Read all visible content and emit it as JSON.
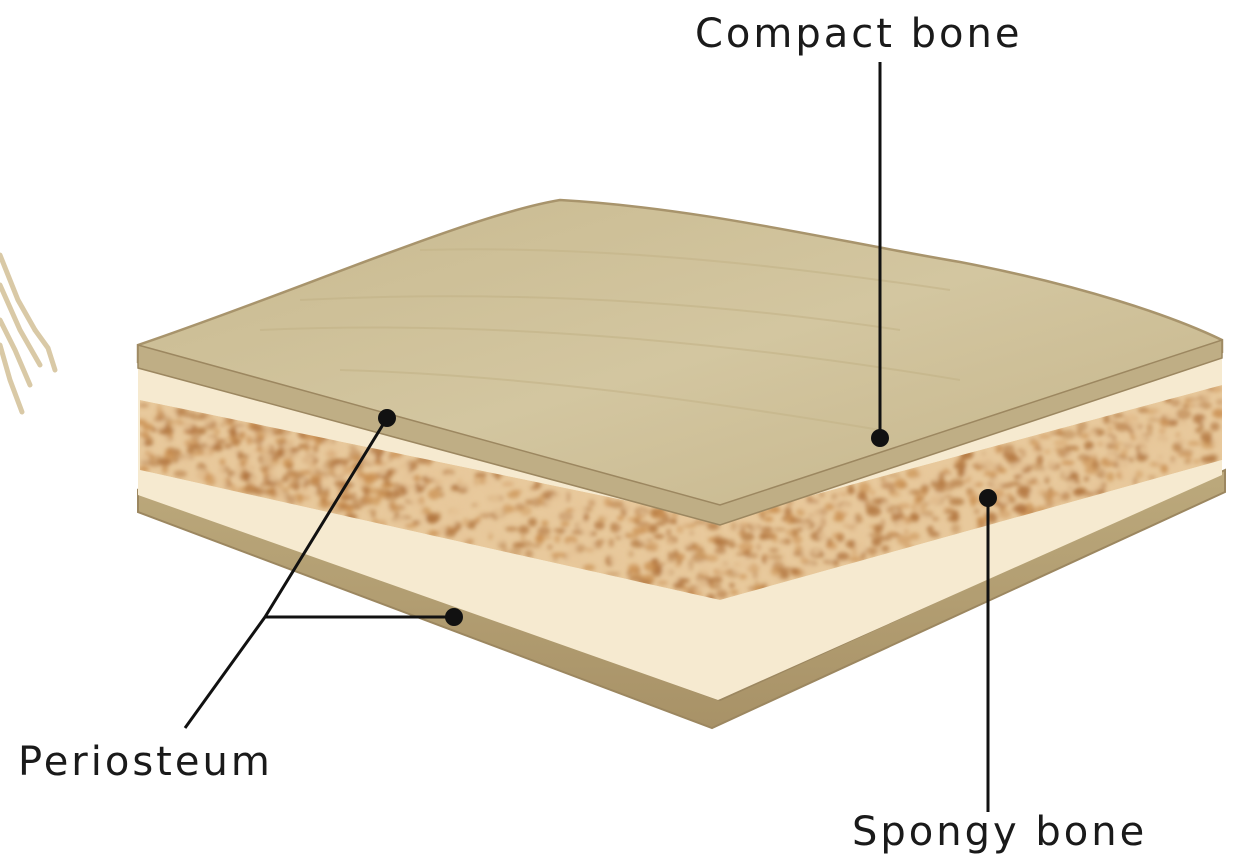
{
  "labels": {
    "compact_bone": "Compact bone",
    "periosteum": "Periosteum",
    "spongy_bone": "Spongy bone"
  },
  "colors": {
    "periosteum_surface": "#cdbf98",
    "periosteum_edge": "#a8946c",
    "compact_bone": "#f6ead0",
    "spongy_bone_light": "#e7c79a",
    "spongy_bone_dark": "#b0733c",
    "leader_line": "#111111"
  }
}
